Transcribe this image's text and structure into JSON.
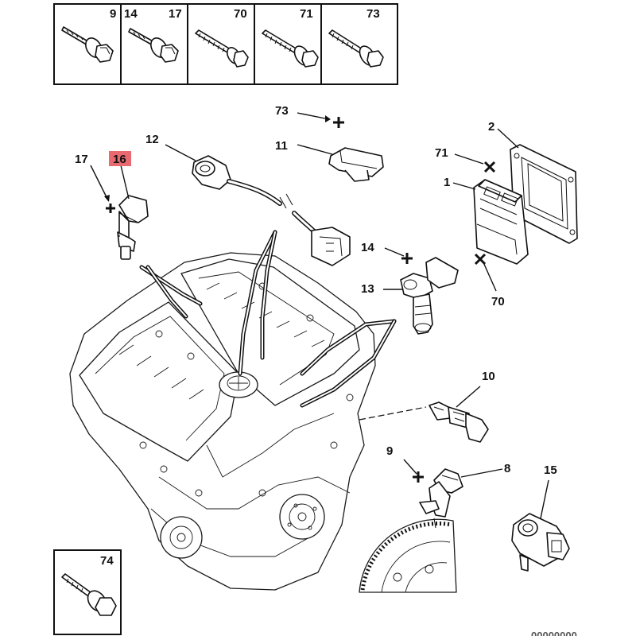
{
  "fastener_table": {
    "cells": [
      "9",
      "14",
      "17",
      "70",
      "71",
      "73"
    ]
  },
  "fastener_74": {
    "label": "74"
  },
  "highlight": {
    "label": "16",
    "color": "#e8696f"
  },
  "part_labels": {
    "p1": "1",
    "p2": "2",
    "p8": "8",
    "p9": "9",
    "p10": "10",
    "p11": "11",
    "p12": "12",
    "p13": "13",
    "p14": "14",
    "p15": "15",
    "p16": "16",
    "p17": "17",
    "p70": "70",
    "p71": "71",
    "p73": "73"
  },
  "footer_code": "00000000"
}
